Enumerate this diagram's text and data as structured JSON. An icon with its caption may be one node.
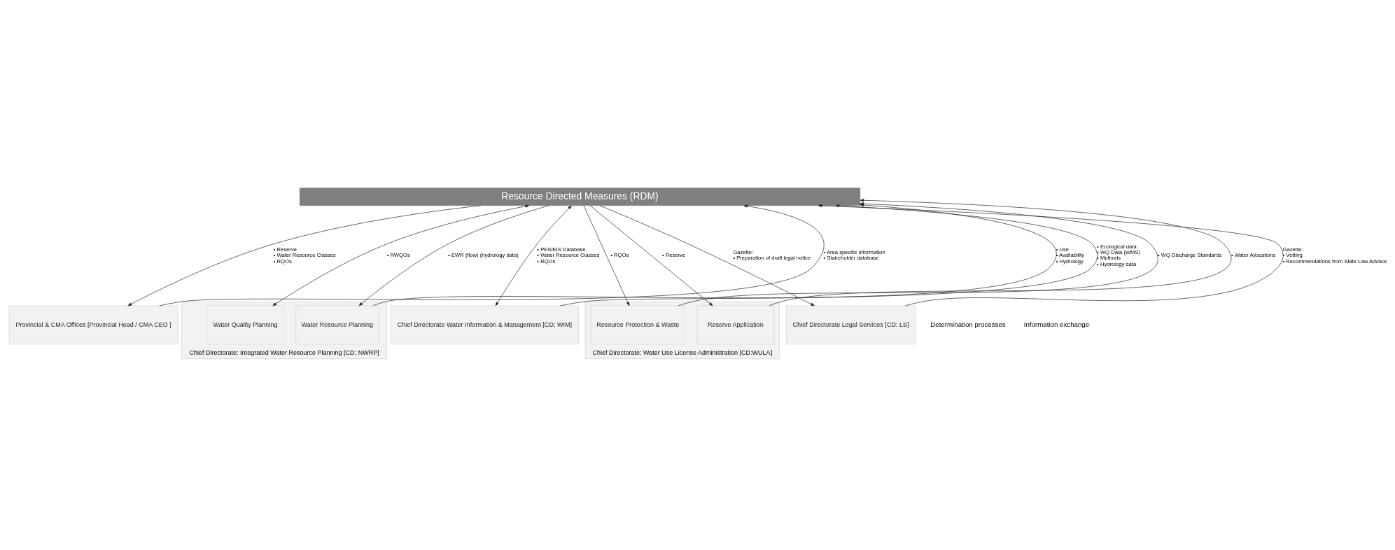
{
  "diagram": {
    "nodes": [
      {
        "text": [
          "Resource Directed Measures (RDM)"
        ]
      },
      {
        "text": [
          "Provincial & CMA Offices [Provincial Head / CMA CEO ]"
        ]
      },
      {
        "text": [
          "Chief Directorate: Integrated Water Resource Planning [CD: NWRP]"
        ]
      },
      {
        "text": [
          "Water Quality Planning"
        ],
        "in": 2
      },
      {
        "text": [
          "Water Resource Planning"
        ],
        "in": 2
      },
      {
        "text": [
          "Chief Directorate Water Information & Management [CD: WIM]"
        ]
      },
      {
        "text": [
          "Chief Directorate: Water Use License Administration [CD:WULA]"
        ]
      },
      {
        "text": [
          "Resource Protection & Waste"
        ],
        "in": 6
      },
      {
        "text": [
          "Reserve Application"
        ],
        "in": 6
      },
      {
        "text": [
          "Chief Directorate Legal Services [CD: LS]"
        ]
      }
    ],
    "edges": [
      {
        "from": 1,
        "to": 0,
        "arrow": "to",
        "label": "• Area specific information • Stakeholder database"
      },
      {
        "from": 0,
        "to": 1,
        "arrow": "to",
        "label": "• Reserve • Water Resource Classes • RQOs"
      },
      {
        "from": 0,
        "to": 3,
        "arrow": "both",
        "label": "• RWQOs"
      },
      {
        "from": 4,
        "to": 0,
        "arrow": "to",
        "label": "• Use • Availability • Hydrology"
      },
      {
        "from": 0,
        "to": 4,
        "arrow": "to",
        "label": "• EWR (flow) (hydrology data)"
      },
      {
        "from": 5,
        "to": 0,
        "arrow": "to",
        "label": "• Ecological data • WQ Data (WMS) • Methods • Hydrology data"
      },
      {
        "from": 0,
        "to": 5,
        "arrow": "both",
        "label": "• PES/EIS Database • Water Resource Classes • RQOs"
      },
      {
        "from": 7,
        "to": 0,
        "arrow": "to",
        "label": "• WQ Discharge Standards"
      },
      {
        "from": 0,
        "to": 7,
        "arrow": "to",
        "label": "• RQOs"
      },
      {
        "from": 8,
        "to": 0,
        "arrow": "to",
        "label": "• Water Allocations"
      },
      {
        "from": 0,
        "to": 8,
        "arrow": "to",
        "label": "• Reserve"
      },
      {
        "from": 0,
        "to": 9,
        "arrow": "to",
        "label": "Gazette: • Preparation of draft legal notice"
      },
      {
        "from": 9,
        "to": 0,
        "arrow": "to",
        "label": "Gazette: • Vetting • Recommendations from State Law Advisor"
      }
    ],
    "labels": [
      "Determination processes",
      "Information exchange"
    ]
  }
}
